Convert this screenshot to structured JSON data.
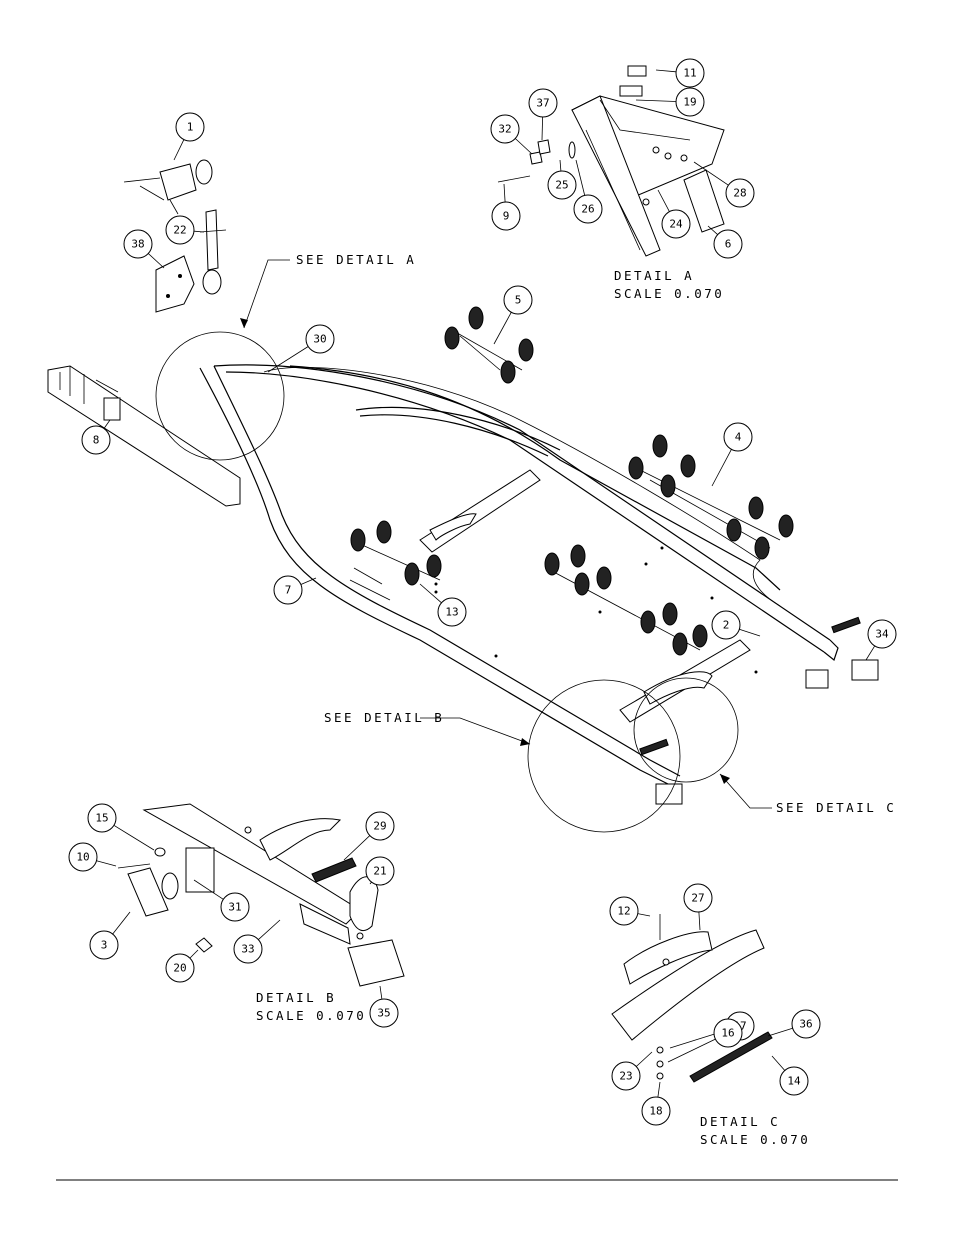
{
  "callouts": [
    {
      "id": "c1",
      "label": "1"
    },
    {
      "id": "c38",
      "label": "38"
    },
    {
      "id": "c22",
      "label": "22"
    },
    {
      "id": "c8",
      "label": "8"
    },
    {
      "id": "c30",
      "label": "30"
    },
    {
      "id": "c5",
      "label": "5"
    },
    {
      "id": "c4",
      "label": "4"
    },
    {
      "id": "c7",
      "label": "7"
    },
    {
      "id": "c13",
      "label": "13"
    },
    {
      "id": "c2",
      "label": "2"
    },
    {
      "id": "c34",
      "label": "34"
    },
    {
      "id": "c11",
      "label": "11"
    },
    {
      "id": "c19",
      "label": "19"
    },
    {
      "id": "c37",
      "label": "37"
    },
    {
      "id": "c32",
      "label": "32"
    },
    {
      "id": "c25",
      "label": "25"
    },
    {
      "id": "c26",
      "label": "26"
    },
    {
      "id": "c9",
      "label": "9"
    },
    {
      "id": "c24",
      "label": "24"
    },
    {
      "id": "c28",
      "label": "28"
    },
    {
      "id": "c6",
      "label": "6"
    },
    {
      "id": "c15",
      "label": "15"
    },
    {
      "id": "c10",
      "label": "10"
    },
    {
      "id": "c29",
      "label": "29"
    },
    {
      "id": "c21",
      "label": "21"
    },
    {
      "id": "c31",
      "label": "31"
    },
    {
      "id": "c3",
      "label": "3"
    },
    {
      "id": "c33",
      "label": "33"
    },
    {
      "id": "c20",
      "label": "20"
    },
    {
      "id": "c35",
      "label": "35"
    },
    {
      "id": "c12",
      "label": "12"
    },
    {
      "id": "c27",
      "label": "27"
    },
    {
      "id": "c17",
      "label": "17"
    },
    {
      "id": "c16",
      "label": "16"
    },
    {
      "id": "c36",
      "label": "36"
    },
    {
      "id": "c23",
      "label": "23"
    },
    {
      "id": "c18",
      "label": "18"
    },
    {
      "id": "c14",
      "label": "14"
    }
  ],
  "labels": {
    "see_detail_a": "SEE DETAIL  A",
    "see_detail_b": "SEE DETAIL  B",
    "see_detail_c": "SEE DETAIL  C",
    "detail_a_title": "DETAIL  A",
    "detail_a_scale": "SCALE  0.070",
    "detail_b_title": "DETAIL  B",
    "detail_b_scale": "SCALE  0.070",
    "detail_c_title": "DETAIL  C",
    "detail_c_scale": "SCALE  0.070"
  }
}
